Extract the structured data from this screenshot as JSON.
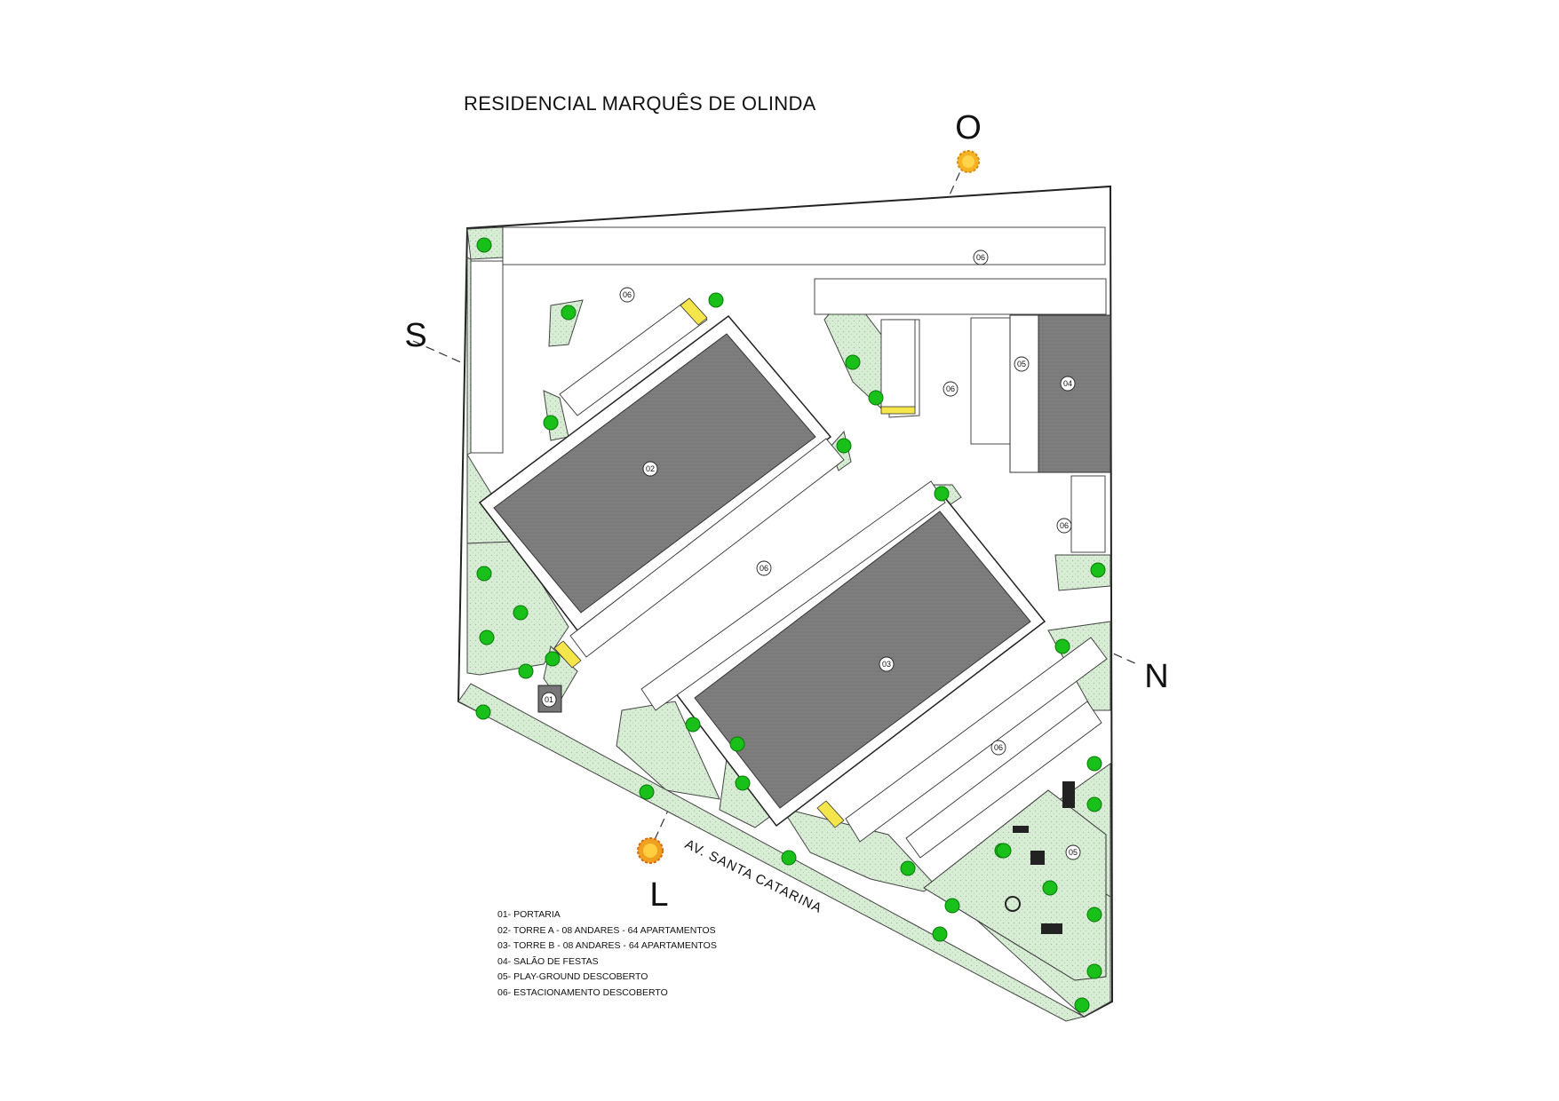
{
  "title": "RESIDENCIAL MARQUÊS DE OLINDA",
  "compass": {
    "west": "O",
    "south": "S",
    "north": "N",
    "east": "L"
  },
  "street": "AV. SANTA CATARINA",
  "labels": {
    "portaria": "01",
    "torre_a": "02",
    "torre_b": "03",
    "salao": "04",
    "playground": "05",
    "estacionamento": "06"
  },
  "legend": [
    "01- PORTARIA",
    "02- TORRE A - 08 ANDARES - 64 APARTAMENTOS",
    "03- TORRE B - 08 ANDARES - 64 APARTAMENTOS",
    "04- SALÃO DE FESTAS",
    "05- PLAY-GROUND DESCOBERTO",
    "06- ESTACIONAMENTO DESCOBERTO"
  ],
  "colors": {
    "building": "#7d7d7d",
    "garden": "#d6ead3",
    "tree": "#19c019",
    "lot_outline": "#222222",
    "sun": "#f0a020",
    "accent": "#f4e64a"
  }
}
